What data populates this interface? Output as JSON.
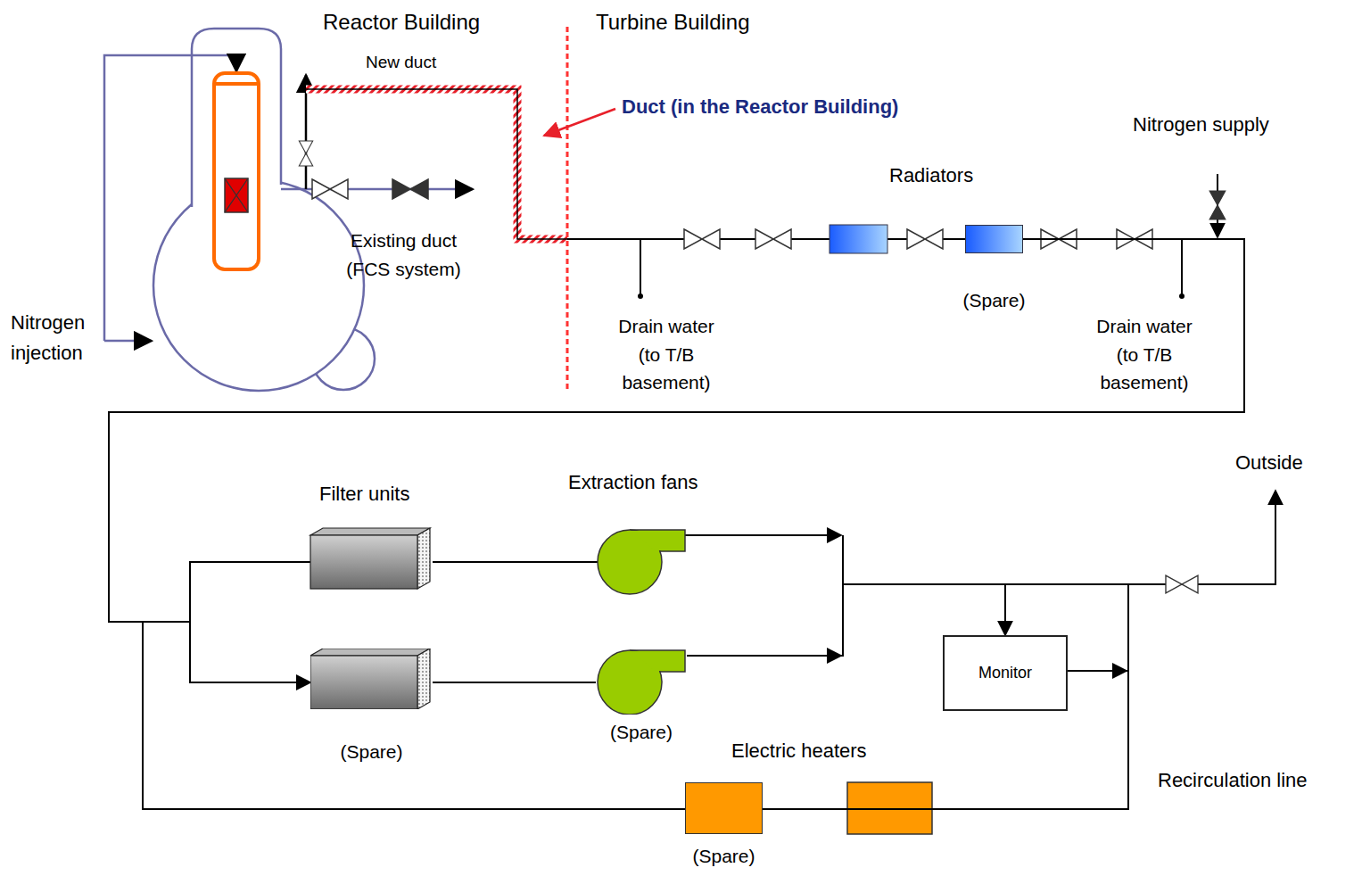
{
  "diagram": {
    "nodes": [
      {
        "text": [
          "(Spare)"
        ]
      },
      {
        "text": [
          "(Spare)"
        ]
      },
      {
        "text": [
          "(Spare)"
        ]
      },
      {
        "text": [
          "Monitor"
        ]
      },
      {
        "text": [
          "(Spare)"
        ]
      }
    ],
    "edges": [
      {
        "from": 0,
        "to": 1,
        "arrow": "none"
      },
      {
        "from": 1,
        "to": 2,
        "arrow": "none"
      },
      {
        "from": 2,
        "to": 3,
        "arrow": "to"
      },
      {
        "from": 3,
        "to": 4,
        "arrow": "none"
      },
      {
        "from": 4,
        "to": 1,
        "arrow": "to"
      }
    ],
    "labels": [
      "Reactor Building",
      "Turbine Building",
      "New duct",
      "Duct (in the Reactor Building)",
      "Nitrogen supply",
      "Radiators",
      "Existing duct (FCS system)",
      "Nitrogen injection",
      "Drain water (to T/B basement)",
      "Drain water (to T/B basement)",
      "Filter units",
      "Extraction fans",
      "Outside",
      "Electric heaters",
      "Recirculation line"
    ]
  }
}
